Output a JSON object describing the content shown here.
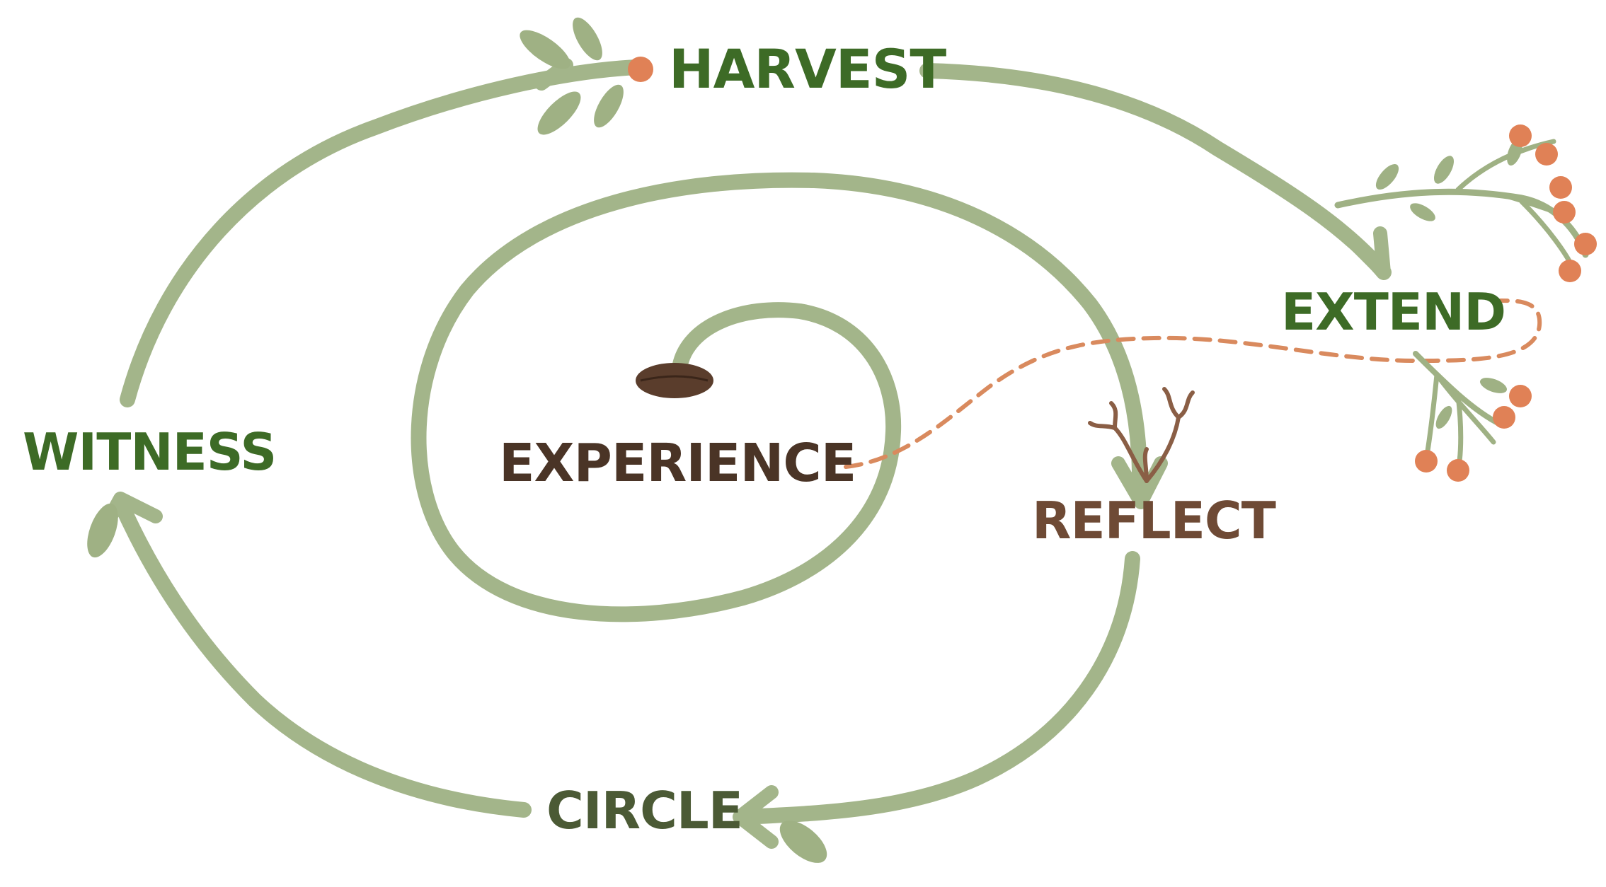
{
  "labels": {
    "harvest": "HARVEST",
    "extend": "EXTEND",
    "witness": "WITNESS",
    "experience": "EXPERIENCE",
    "reflect": "REFLECT",
    "circle": "CIRCLE"
  },
  "colors": {
    "stem_green": "#a3b58a",
    "leaf_green": "#9fb184",
    "label_green": "#3d6b26",
    "label_dark_green": "#4b5a35",
    "label_brown": "#4a3426",
    "label_light_brown": "#6e4a35",
    "berry_orange": "#e08156",
    "dash_orange": "#d98a5e",
    "seed_brown": "#5a3d2c",
    "root_brown": "#8a5e45"
  },
  "icons": [
    "seed-icon",
    "sprout-leaves-icon",
    "berry-branch-icon",
    "root-icon"
  ]
}
